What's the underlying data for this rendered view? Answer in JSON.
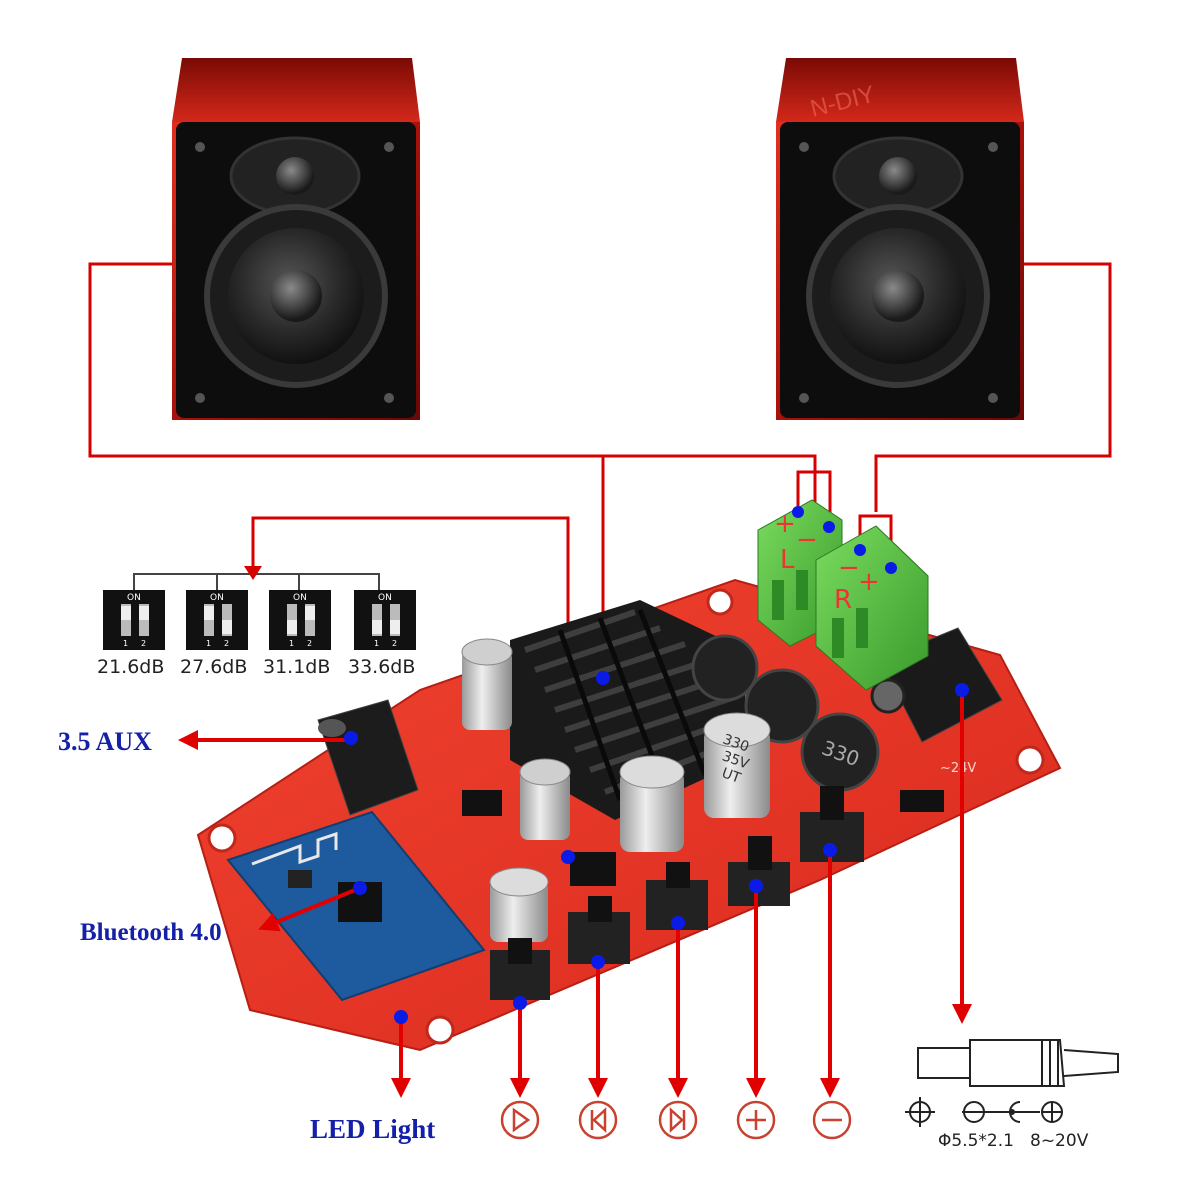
{
  "labels": {
    "aux": "3.5 AUX",
    "bluetooth": "Bluetooth 4.0",
    "led": "LED Light",
    "left_channel": "L",
    "right_channel": "R",
    "plus": "+",
    "minus": "−",
    "power_spec_size": "Φ5.5*2.1",
    "power_spec_voltage": "8~20V",
    "board_voltage": "~24V",
    "watermark": "N-DIY"
  },
  "dip_switch": {
    "on_label": "ON",
    "pin_1": "1",
    "pin_2": "2",
    "gains": [
      "21.6dB",
      "27.6dB",
      "31.1dB",
      "33.6dB"
    ]
  },
  "capacitors": {
    "value_a": "330",
    "value_b": "35V",
    "value_c": "UT"
  },
  "controls": [
    "play",
    "previous",
    "next",
    "volume-up",
    "volume-down"
  ],
  "colors": {
    "wire": "#d60000",
    "dot": "#0a1be8",
    "label_blue": "#1520a8",
    "board_red": "#e8322a",
    "terminal_green": "#5cc245",
    "speaker_wood": "#b81a10"
  }
}
